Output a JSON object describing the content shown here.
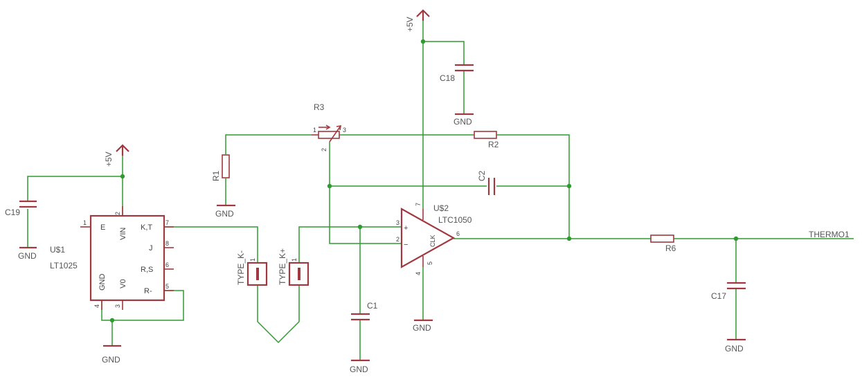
{
  "schematic": {
    "supply": {
      "label": "+5V"
    },
    "ground": {
      "label": "GND"
    },
    "u1": {
      "ref": "U$1",
      "value": "LT1025",
      "pins": {
        "e": "E",
        "vin": "VIN",
        "kt": "K,T",
        "j": "J",
        "rs": "R,S",
        "gnd": "GND",
        "v0": "V0",
        "rminus": "R-"
      },
      "pin_numbers": {
        "e": "1",
        "vin": "2",
        "kt": "7",
        "j": "8",
        "rs": "6",
        "rminus": "5",
        "gnd": "4",
        "v0": "3"
      }
    },
    "u2": {
      "ref": "U$2",
      "value": "LTC1050",
      "pins": {
        "plus": "+",
        "minus": "−",
        "clk": "CLK"
      },
      "pin_numbers": {
        "plus": "3",
        "minus": "2",
        "out": "6",
        "vcc": "7",
        "gnd": "4",
        "clk": "5"
      }
    },
    "r3": {
      "ref": "R3",
      "pin1": "1",
      "pin2": "2",
      "pin3": "3"
    },
    "components": {
      "r1": "R1",
      "r2": "R2",
      "r6": "R6",
      "c1": "C1",
      "c2": "C2",
      "c17": "C17",
      "c18": "C18",
      "c19": "C19"
    },
    "connectors": {
      "typek_minus": {
        "label": "TYPE_K-",
        "pin": "1"
      },
      "typek_plus": {
        "label": "TYPE_K+",
        "pin": "1"
      }
    },
    "net_label": "THERMO1"
  }
}
